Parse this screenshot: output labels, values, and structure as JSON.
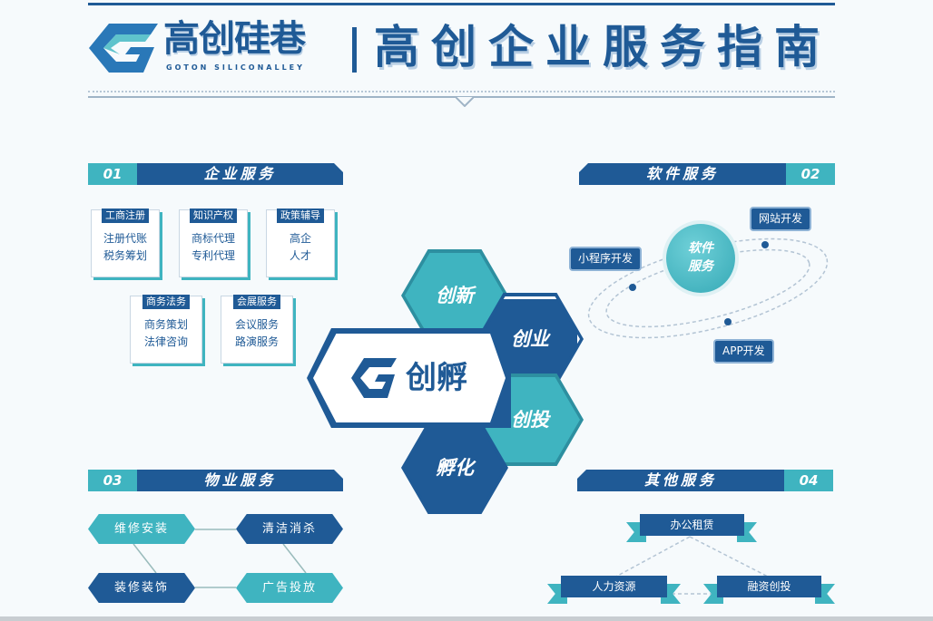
{
  "header": {
    "brand": "高创硅巷",
    "brand_en": "GOTON SILICONALLEY",
    "title": "高创企业服务指南"
  },
  "sections": {
    "enterprise": {
      "num": "01",
      "title": "企业服务",
      "cards": [
        {
          "tag": "工商注册",
          "lines": [
            "注册代账",
            "税务筹划"
          ]
        },
        {
          "tag": "知识产权",
          "lines": [
            "商标代理",
            "专利代理"
          ]
        },
        {
          "tag": "政策辅导",
          "lines": [
            "高企",
            "人才"
          ]
        },
        {
          "tag": "商务法务",
          "lines": [
            "商务策划",
            "法律咨询"
          ]
        },
        {
          "tag": "会展服务",
          "lines": [
            "会议服务",
            "路演服务"
          ]
        }
      ]
    },
    "software": {
      "num": "02",
      "title": "软件服务",
      "center": "软件服务",
      "center_l1": "软件",
      "center_l2": "服务",
      "items": [
        "小程序开发",
        "网站开发",
        "APP开发"
      ]
    },
    "property": {
      "num": "03",
      "title": "物业服务",
      "items": [
        "维修安装",
        "清洁消杀",
        "装修装饰",
        "广告投放"
      ]
    },
    "other": {
      "num": "04",
      "title": "其他服务",
      "items": [
        "办公租赁",
        "人力资源",
        "融资创投"
      ]
    }
  },
  "center": {
    "logo_text": "创孵",
    "hexes": [
      "创新",
      "创业",
      "创投",
      "孵化"
    ]
  },
  "colors": {
    "primary": "#1f5a96",
    "accent": "#3fb4c0"
  }
}
